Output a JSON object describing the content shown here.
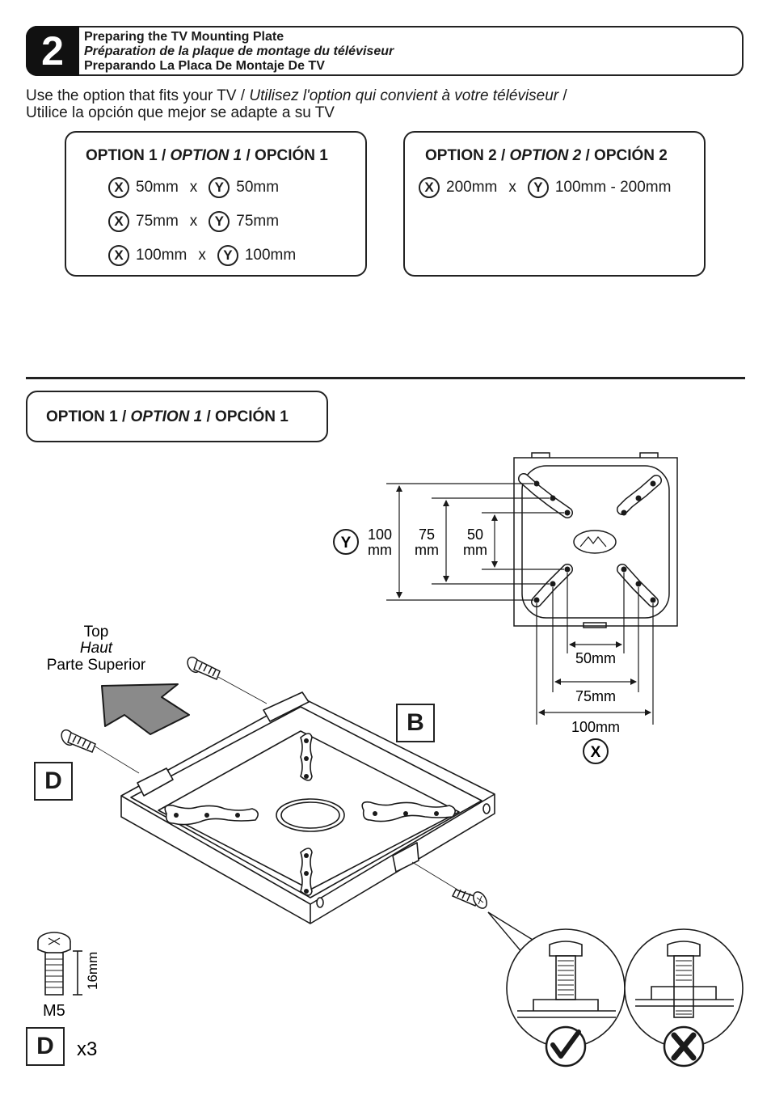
{
  "step": {
    "number": "2",
    "title_en": "Preparing the TV Mounting Plate",
    "title_fr": "Préparation de la plaque de montage du téléviseur",
    "title_es": "Preparando La Placa De Montaje De TV"
  },
  "intro": {
    "en": "Use the option that fits your TV / ",
    "fr": "Utilisez l'option qui convient à votre téléviseur",
    "slash": " /",
    "es": "Utilice la opción que mejor se adapte a su TV"
  },
  "option1": {
    "title_a": "OPTION 1 / ",
    "title_b": "OPTION 1",
    "title_c": " / OPCIÓN 1",
    "rows": [
      {
        "x": "50mm",
        "y": "50mm"
      },
      {
        "x": "75mm",
        "y": "75mm"
      },
      {
        "x": "100mm",
        "y": "100mm"
      }
    ]
  },
  "option2": {
    "title_a": "OPTION 2 / ",
    "title_b": "OPTION 2",
    "title_c": " / OPCIÓN 2",
    "rows": [
      {
        "x": "200mm",
        "y": "100mm - 200mm"
      }
    ]
  },
  "axis": {
    "x": "X",
    "y": "Y",
    "times": "x"
  },
  "section": {
    "title_a": "OPTION 1 / ",
    "title_b": "OPTION 1",
    "title_c": " / OPCIÓN 1"
  },
  "diagram": {
    "y_dims": [
      {
        "value": "100",
        "unit": "mm"
      },
      {
        "value": "75",
        "unit": "mm"
      },
      {
        "value": "50",
        "unit": "mm"
      }
    ],
    "x_dims": [
      "50mm",
      "75mm",
      "100mm"
    ],
    "top_en": "Top",
    "top_fr": "Haut",
    "top_es": "Parte Superior",
    "part_b": "B",
    "part_d": "D",
    "screw_size": "M5",
    "screw_length": "16mm",
    "quantity": "x3"
  },
  "colors": {
    "ink": "#1a1a1a",
    "arrow_fill": "#8a8a8a",
    "plate_fill": "#ffffff"
  }
}
